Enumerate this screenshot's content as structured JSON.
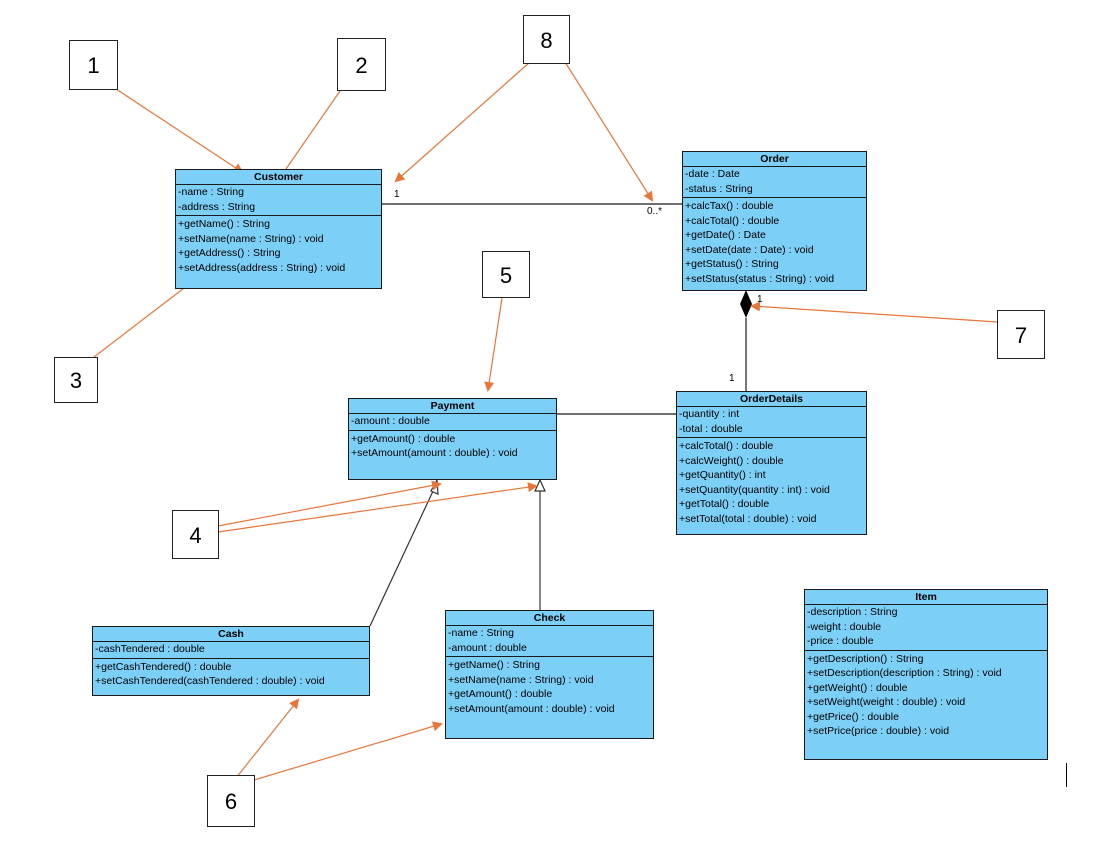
{
  "classes": {
    "customer": {
      "name": "Customer",
      "attrs": [
        "-name : String",
        "-address : String"
      ],
      "ops": [
        "+getName() : String",
        "+setName(name : String) : void",
        "+getAddress() : String",
        "+setAddress(address : String) : void"
      ]
    },
    "order": {
      "name": "Order",
      "attrs": [
        "-date : Date",
        "-status : String"
      ],
      "ops": [
        "+calcTax() : double",
        "+calcTotal() : double",
        "+getDate() : Date",
        "+setDate(date : Date) : void",
        "+getStatus() : String",
        "+setStatus(status : String) : void"
      ]
    },
    "payment": {
      "name": "Payment",
      "attrs": [
        "-amount : double"
      ],
      "ops": [
        "+getAmount() : double",
        "+setAmount(amount : double) : void"
      ]
    },
    "orderdetails": {
      "name": "OrderDetails",
      "attrs": [
        "-quantity : int",
        "-total : double"
      ],
      "ops": [
        "+calcTotal() : double",
        "+calcWeight() : double",
        "+getQuantity() : int",
        "+setQuantity(quantity : int) : void",
        "+getTotal() : double",
        "+setTotal(total : double) : void"
      ]
    },
    "cash": {
      "name": "Cash",
      "attrs": [
        "-cashTendered : double"
      ],
      "ops": [
        "+getCashTendered() : double",
        "+setCashTendered(cashTendered : double) : void"
      ]
    },
    "check": {
      "name": "Check",
      "attrs": [
        "-name : String",
        "-amount : double"
      ],
      "ops": [
        "+getName() : String",
        "+setName(name : String) : void",
        "+getAmount() : double",
        "+setAmount(amount : double) : void"
      ]
    },
    "item": {
      "name": "Item",
      "attrs": [
        "-description : String",
        "-weight : double",
        "-price : double"
      ],
      "ops": [
        "+getDescription() : String",
        "+setDescription(description : String) : void",
        "+getWeight() : double",
        "+setWeight(weight : double) : void",
        "+getPrice() : double",
        "+setPrice(price : double) : void"
      ]
    }
  },
  "multiplicities": {
    "customer_order_customer_end": "1",
    "customer_order_order_end": "0..*",
    "composition_order_end": "1",
    "composition_details_end": "1"
  },
  "labels": {
    "n1": "1",
    "n2": "2",
    "n3": "3",
    "n4": "4",
    "n5": "5",
    "n6": "6",
    "n7": "7",
    "n8": "8"
  },
  "colors": {
    "class_fill": "#7ccff6",
    "arrow": "#e8763a",
    "line": "#1a1a1a"
  }
}
